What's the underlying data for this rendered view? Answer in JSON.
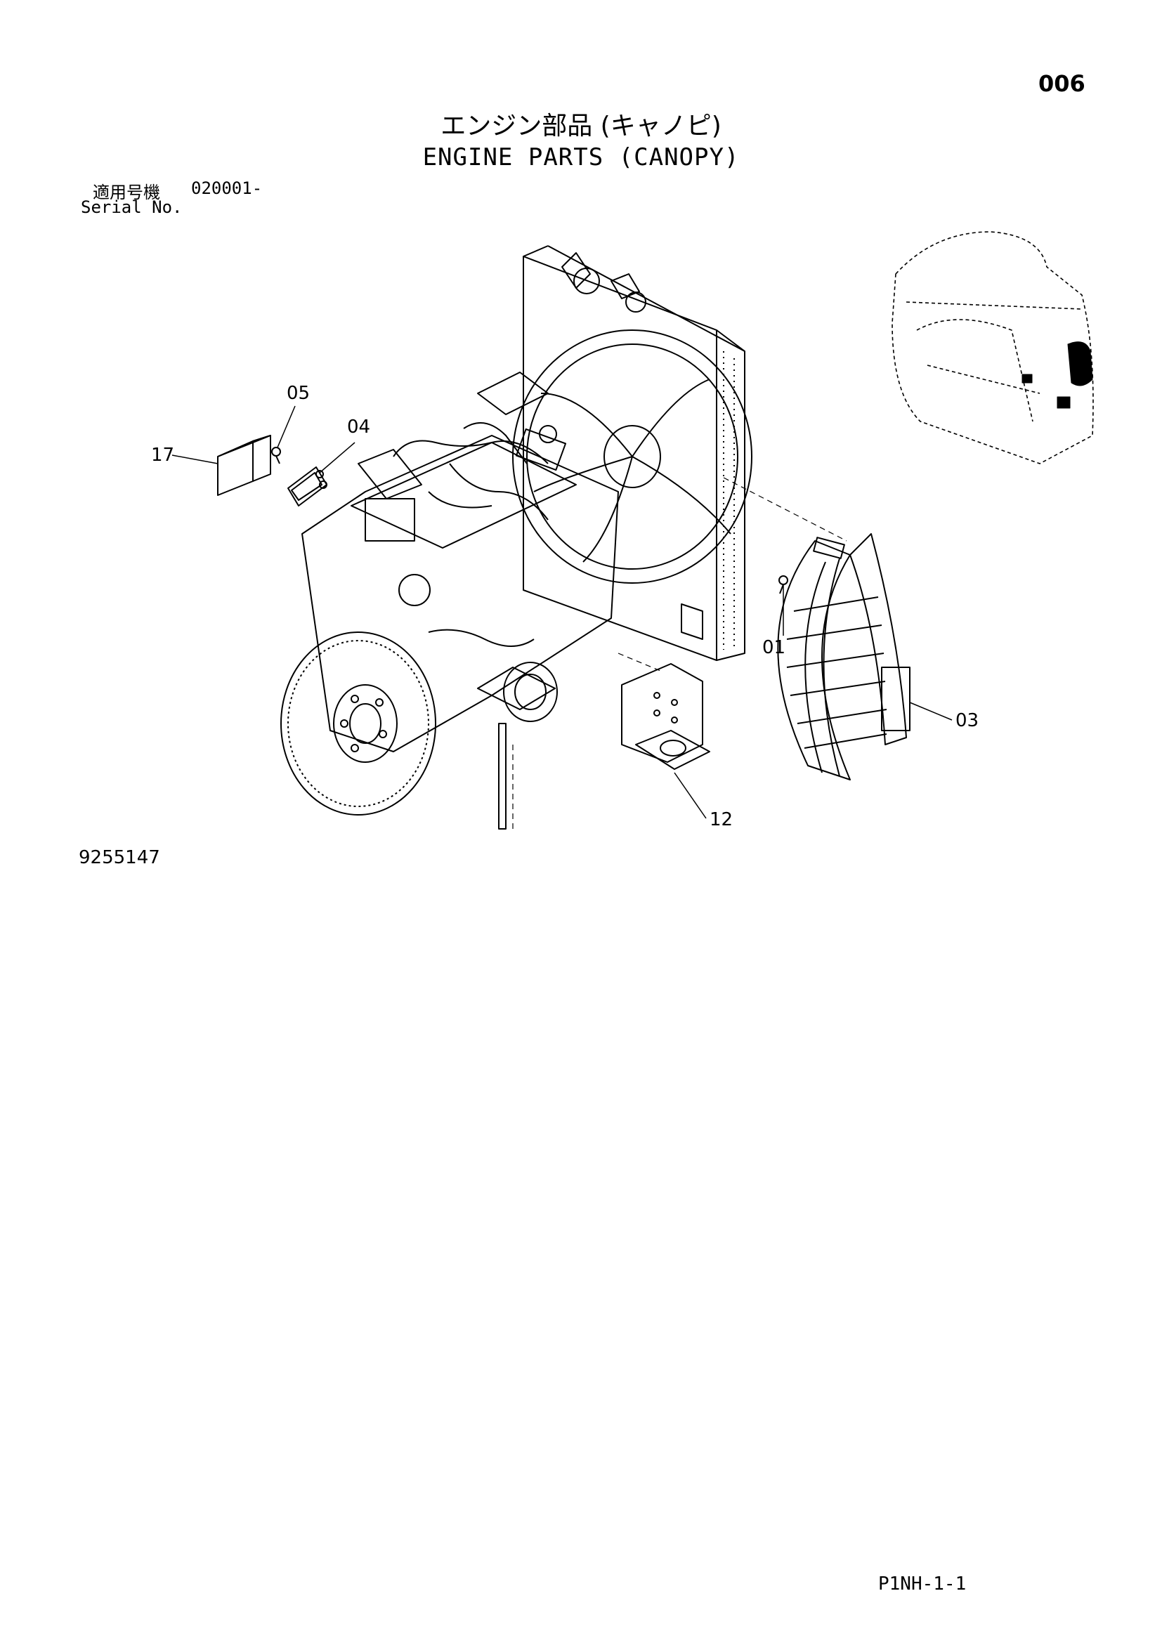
{
  "header": {
    "page_number": "006",
    "title_jp": "エンジン部品 (キャノピ)",
    "title_en": "ENGINE PARTS (CANOPY)"
  },
  "serial": {
    "label_jp": "適用号機",
    "value": "020001-",
    "label_en": "Serial No."
  },
  "callouts": {
    "c05": "05",
    "c04": "04",
    "c17": "17",
    "c01": "01",
    "c03": "03",
    "c12": "12"
  },
  "figure_number": "9255147",
  "footer": {
    "page_code": "P1NH-1-1"
  }
}
